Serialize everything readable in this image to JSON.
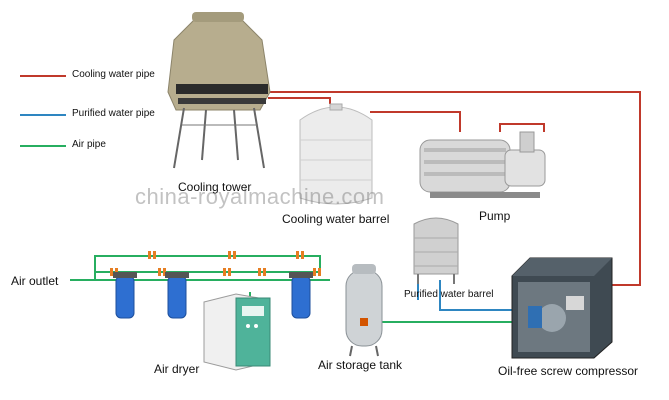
{
  "legend": {
    "cooling": {
      "label": "Cooling water pipe",
      "color": "#c0392b"
    },
    "purified": {
      "label": "Purified water pipe",
      "color": "#2e86c1"
    },
    "air": {
      "label": "Air pipe",
      "color": "#27ae60"
    }
  },
  "components": {
    "cooling_tower": "Cooling tower",
    "cooling_water_barrel": "Cooling water barrel",
    "pump": "Pump",
    "purified_water_barrel": "Purified water barrel",
    "air_outlet": "Air outlet",
    "air_dryer": "Air dryer",
    "air_storage_tank": "Air storage tank",
    "compressor": "Oil-free screw compressor"
  },
  "watermark": "china-royalmachine.com"
}
